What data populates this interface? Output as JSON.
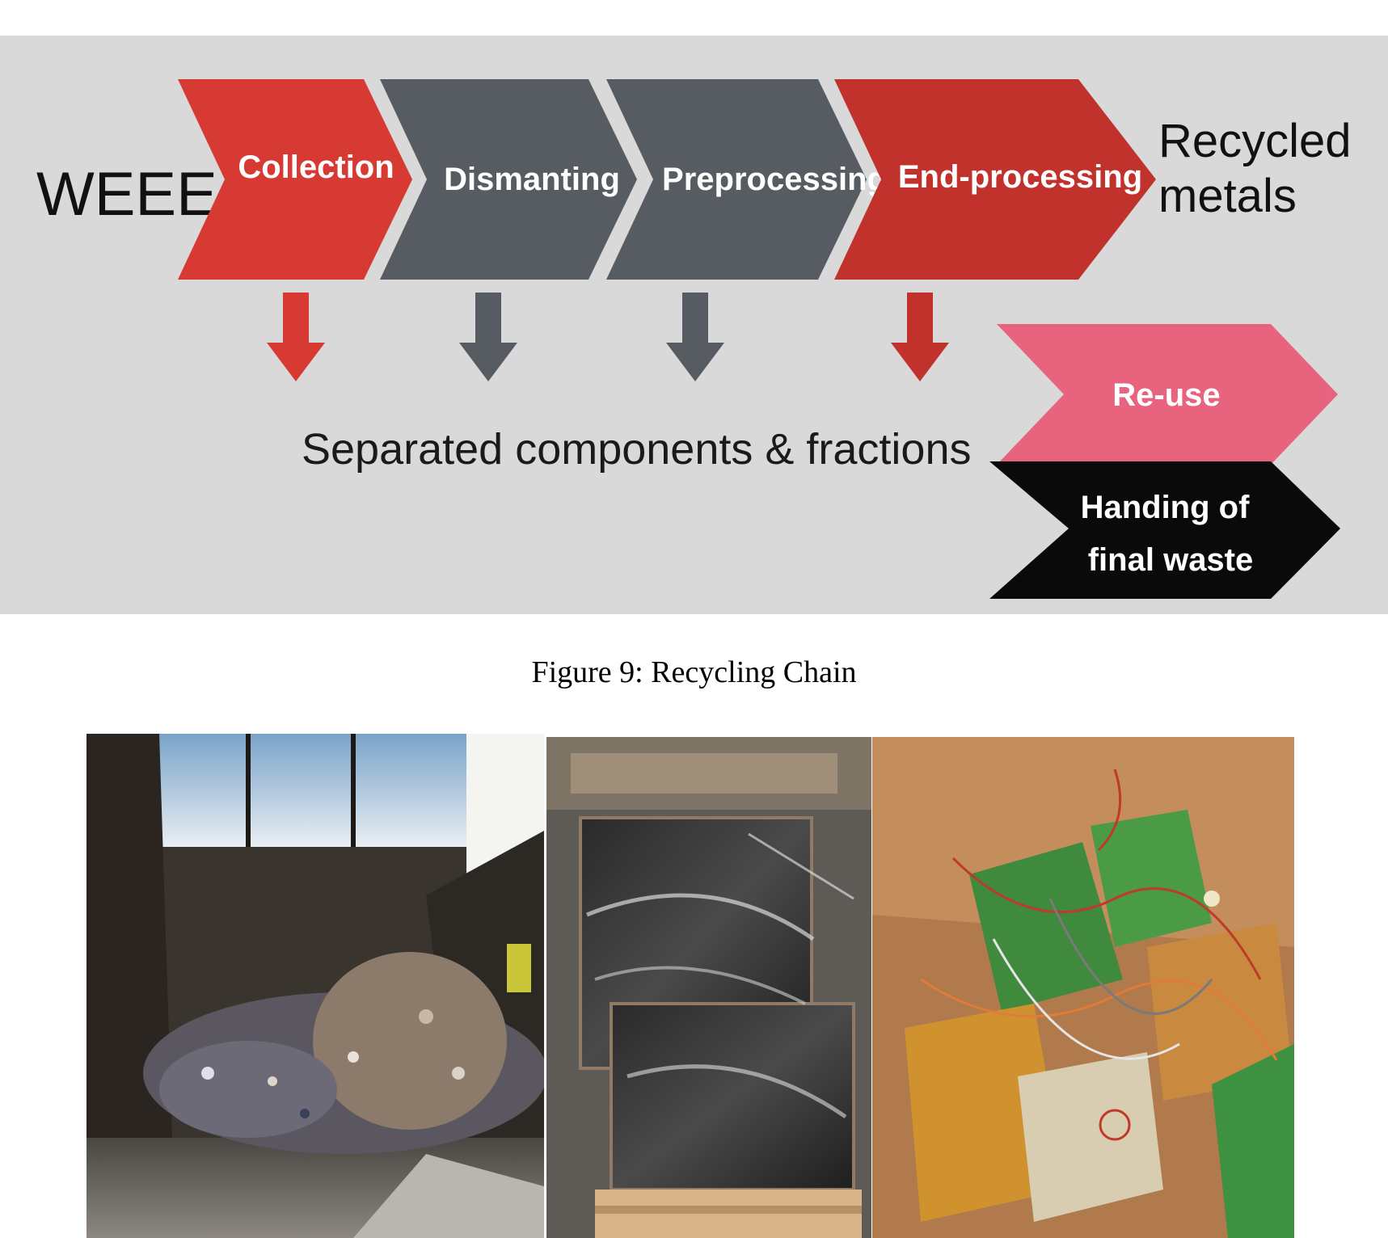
{
  "diagram": {
    "input_label": "WEEE",
    "stages": [
      {
        "label": "Collection",
        "color": "#d63a33"
      },
      {
        "label": "Dismanting",
        "color": "#575b62"
      },
      {
        "label": "Preprocessing",
        "color": "#575b62"
      },
      {
        "label": "End-processing",
        "color": "#c0322b"
      }
    ],
    "output_line1": "Recycled",
    "output_line2": "metals",
    "separated_label": "Separated components & fractions",
    "reuse_label": "Re-use",
    "final_waste_line1": "Handing of",
    "final_waste_line2": "final waste",
    "colors": {
      "red": "#d63a33",
      "gray": "#575b62",
      "pink": "#e8647e",
      "black": "#0a0a0a",
      "background": "#d9d9d9"
    }
  },
  "caption": "Figure 9:  Recycling Chain"
}
